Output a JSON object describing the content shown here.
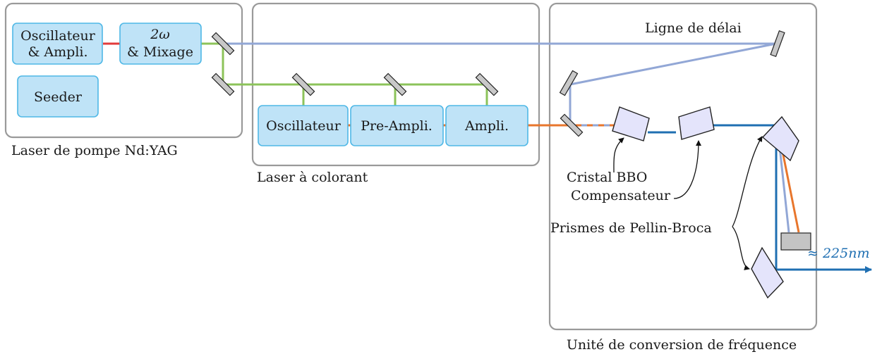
{
  "sections": {
    "pump": "Laser de pompe Nd:YAG",
    "dye": "Laser à colorant",
    "conversion": "Unité de conversion de fréquence"
  },
  "boxes": {
    "osc_ampli_line1": "Oscillateur",
    "osc_ampli_line2": "& Ampli.",
    "mix_line1": "2ω",
    "mix_line2": "& Mixage",
    "seeder": "Seeder",
    "oscillateur": "Oscillateur",
    "pre_ampli": "Pre-Ampli.",
    "ampli": "Ampli."
  },
  "labels": {
    "delay_line": "Ligne de délai",
    "bbo": "Cristal BBO",
    "compensator": "Compensateur",
    "prisms": "Prismes de Pellin-Broca",
    "output": "≈ 225nm"
  },
  "colors": {
    "green_beam": "#8cc35a",
    "purple_beam": "#92a7d6",
    "orange_beam": "#e8762c",
    "red_beam": "#e23b3b",
    "uv_beam": "#1f6fb2",
    "box_fill": "#bfe3f7",
    "box_stroke": "#4fb8e6",
    "prism_fill": "#e4e4fb"
  }
}
